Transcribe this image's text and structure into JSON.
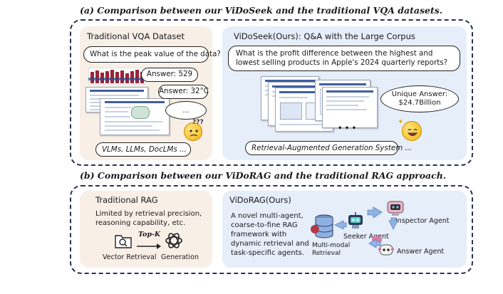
{
  "section_a": {
    "title": "(a) Comparison between our ViDoSeek and the traditional VQA datasets.",
    "left": {
      "title": "Traditional VQA Dataset",
      "question": "What is the peak value of the data?",
      "answer1": "Answer: 529",
      "answer2": "Answer: 32°C",
      "ellipsis": "...",
      "models": "VLMs, LLMs, DocLMs ...",
      "emoji_text": "???"
    },
    "right": {
      "title": "ViDoSeek(Ours): Q&A with the Large Corpus",
      "question_line1": "What is the profit difference between the highest and",
      "question_line2": "lowest selling products in Apple's 2024 quarterly reports?",
      "answer_line1": "Unique Answer:",
      "answer_line2": "$24.7Billion",
      "dots": "• • •",
      "system": "Retrieval-Augmented Generation System ..."
    }
  },
  "section_b": {
    "title": "(b) Comparison between our ViDoRAG and the traditional RAG approach.",
    "left": {
      "title": "Traditional RAG",
      "desc_line1": "Limited by retrieval precision,",
      "desc_line2": "reasoning capability, etc.",
      "topk": "Top-K",
      "vector": "Vector Retrieval",
      "generation": "Generation"
    },
    "right": {
      "title": "ViDoRAG(Ours)",
      "desc_lines": [
        "A novel multi-agent,",
        "coarse-to-fine RAG",
        "framework with",
        "dynamic retrieval and",
        "task-specific agents."
      ],
      "inspector": "Inspector Agent",
      "seeker": "Seeker Agent",
      "answer": "Answer Agent",
      "retrieval_line1": "Multi-modal",
      "retrieval_line2": "Retrieval"
    }
  },
  "colors": {
    "border": "#2a3350",
    "warm_panel": "#f8efe7",
    "cool_panel": "#e6eefa",
    "arrow_blue": "#8fb3e3",
    "accent_red": "#b23a48"
  }
}
